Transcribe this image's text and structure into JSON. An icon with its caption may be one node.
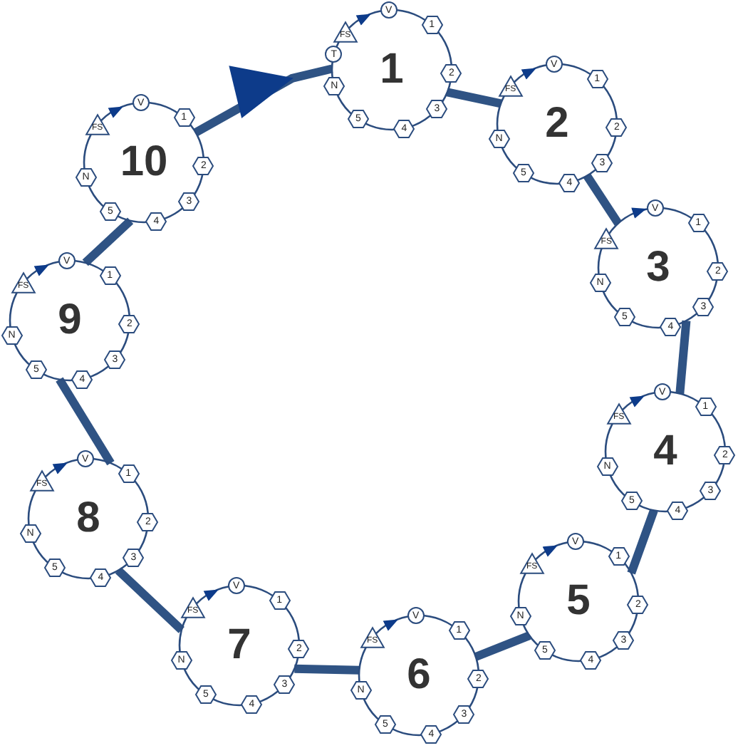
{
  "diagram": {
    "nodes": [
      {
        "text": [
          "1"
        ]
      },
      {
        "text": [
          "V"
        ]
      },
      {
        "text": [
          "1"
        ]
      },
      {
        "text": [
          "2"
        ]
      },
      {
        "text": [
          "3"
        ]
      },
      {
        "text": [
          "4"
        ]
      },
      {
        "text": [
          "5"
        ]
      },
      {
        "text": [
          "N"
        ]
      },
      {
        "text": [
          "T"
        ]
      },
      {
        "text": [
          "FS"
        ]
      },
      {
        "text": [
          "2"
        ]
      },
      {
        "text": [
          "V"
        ]
      },
      {
        "text": [
          "1"
        ]
      },
      {
        "text": [
          "2"
        ]
      },
      {
        "text": [
          "3"
        ]
      },
      {
        "text": [
          "4"
        ]
      },
      {
        "text": [
          "5"
        ]
      },
      {
        "text": [
          "N"
        ]
      },
      {
        "text": [
          "FS"
        ]
      },
      {
        "text": [
          "3"
        ]
      },
      {
        "text": [
          "V"
        ]
      },
      {
        "text": [
          "1"
        ]
      },
      {
        "text": [
          "2"
        ]
      },
      {
        "text": [
          "3"
        ]
      },
      {
        "text": [
          "4"
        ]
      },
      {
        "text": [
          "5"
        ]
      },
      {
        "text": [
          "N"
        ]
      },
      {
        "text": [
          "FS"
        ]
      },
      {
        "text": [
          "4"
        ]
      },
      {
        "text": [
          "V"
        ]
      },
      {
        "text": [
          "1"
        ]
      },
      {
        "text": [
          "2"
        ]
      },
      {
        "text": [
          "3"
        ]
      },
      {
        "text": [
          "4"
        ]
      },
      {
        "text": [
          "5"
        ]
      },
      {
        "text": [
          "N"
        ]
      },
      {
        "text": [
          "FS"
        ]
      },
      {
        "text": [
          "5"
        ]
      },
      {
        "text": [
          "V"
        ]
      },
      {
        "text": [
          "1"
        ]
      },
      {
        "text": [
          "2"
        ]
      },
      {
        "text": [
          "3"
        ]
      },
      {
        "text": [
          "4"
        ]
      },
      {
        "text": [
          "5"
        ]
      },
      {
        "text": [
          "N"
        ]
      },
      {
        "text": [
          "FS"
        ]
      },
      {
        "text": [
          "6"
        ]
      },
      {
        "text": [
          "V"
        ]
      },
      {
        "text": [
          "1"
        ]
      },
      {
        "text": [
          "2"
        ]
      },
      {
        "text": [
          "3"
        ]
      },
      {
        "text": [
          "4"
        ]
      },
      {
        "text": [
          "5"
        ]
      },
      {
        "text": [
          "N"
        ]
      },
      {
        "text": [
          "FS"
        ]
      },
      {
        "text": [
          "7"
        ]
      },
      {
        "text": [
          "V"
        ]
      },
      {
        "text": [
          "1"
        ]
      },
      {
        "text": [
          "2"
        ]
      },
      {
        "text": [
          "3"
        ]
      },
      {
        "text": [
          "4"
        ]
      },
      {
        "text": [
          "5"
        ]
      },
      {
        "text": [
          "N"
        ]
      },
      {
        "text": [
          "FS"
        ]
      },
      {
        "text": [
          "8"
        ]
      },
      {
        "text": [
          "V"
        ]
      },
      {
        "text": [
          "1"
        ]
      },
      {
        "text": [
          "2"
        ]
      },
      {
        "text": [
          "3"
        ]
      },
      {
        "text": [
          "4"
        ]
      },
      {
        "text": [
          "5"
        ]
      },
      {
        "text": [
          "N"
        ]
      },
      {
        "text": [
          "FS"
        ]
      },
      {
        "text": [
          "9"
        ]
      },
      {
        "text": [
          "V"
        ]
      },
      {
        "text": [
          "1"
        ]
      },
      {
        "text": [
          "2"
        ]
      },
      {
        "text": [
          "3"
        ]
      },
      {
        "text": [
          "4"
        ]
      },
      {
        "text": [
          "5"
        ]
      },
      {
        "text": [
          "N"
        ]
      },
      {
        "text": [
          "FS"
        ]
      },
      {
        "text": [
          "10"
        ]
      },
      {
        "text": [
          "V"
        ]
      },
      {
        "text": [
          "1"
        ]
      },
      {
        "text": [
          "2"
        ]
      },
      {
        "text": [
          "3"
        ]
      },
      {
        "text": [
          "4"
        ]
      },
      {
        "text": [
          "5"
        ]
      },
      {
        "text": [
          "N"
        ]
      },
      {
        "text": [
          "FS"
        ]
      }
    ],
    "edges": [
      {
        "from": 0,
        "to": 10,
        "arrow": "none"
      },
      {
        "from": 10,
        "to": 19,
        "arrow": "none"
      },
      {
        "from": 19,
        "to": 28,
        "arrow": "none"
      },
      {
        "from": 28,
        "to": 37,
        "arrow": "none"
      },
      {
        "from": 37,
        "to": 46,
        "arrow": "none"
      },
      {
        "from": 46,
        "to": 55,
        "arrow": "none"
      },
      {
        "from": 55,
        "to": 64,
        "arrow": "none"
      },
      {
        "from": 64,
        "to": 73,
        "arrow": "none"
      },
      {
        "from": 73,
        "to": 82,
        "arrow": "none"
      },
      {
        "from": 82,
        "to": 0,
        "arrow": "to"
      }
    ]
  }
}
